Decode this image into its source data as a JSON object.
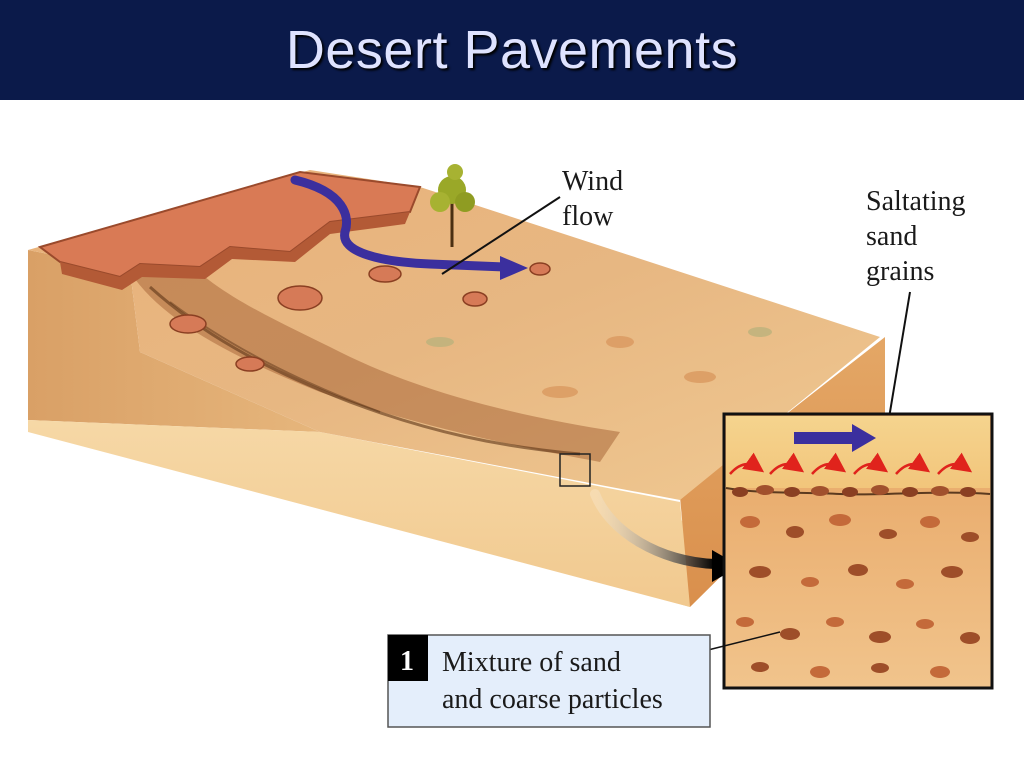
{
  "slide": {
    "title": "Desert Pavements"
  },
  "diagram": {
    "labels": {
      "wind_flow": [
        "Wind",
        "flow"
      ],
      "saltating": [
        "Saltating",
        "sand",
        "grains"
      ]
    },
    "caption": {
      "step_number": "1",
      "lines": [
        "Mixture of sand",
        "and coarse particles"
      ]
    },
    "colors": {
      "title_bar": "#0b1a4a",
      "title_text": "#dfe3ff",
      "wind_arrow": "#3b2f9e",
      "saltation_arrows": "#e0231c",
      "caption_bg": "#e4eefb"
    }
  }
}
